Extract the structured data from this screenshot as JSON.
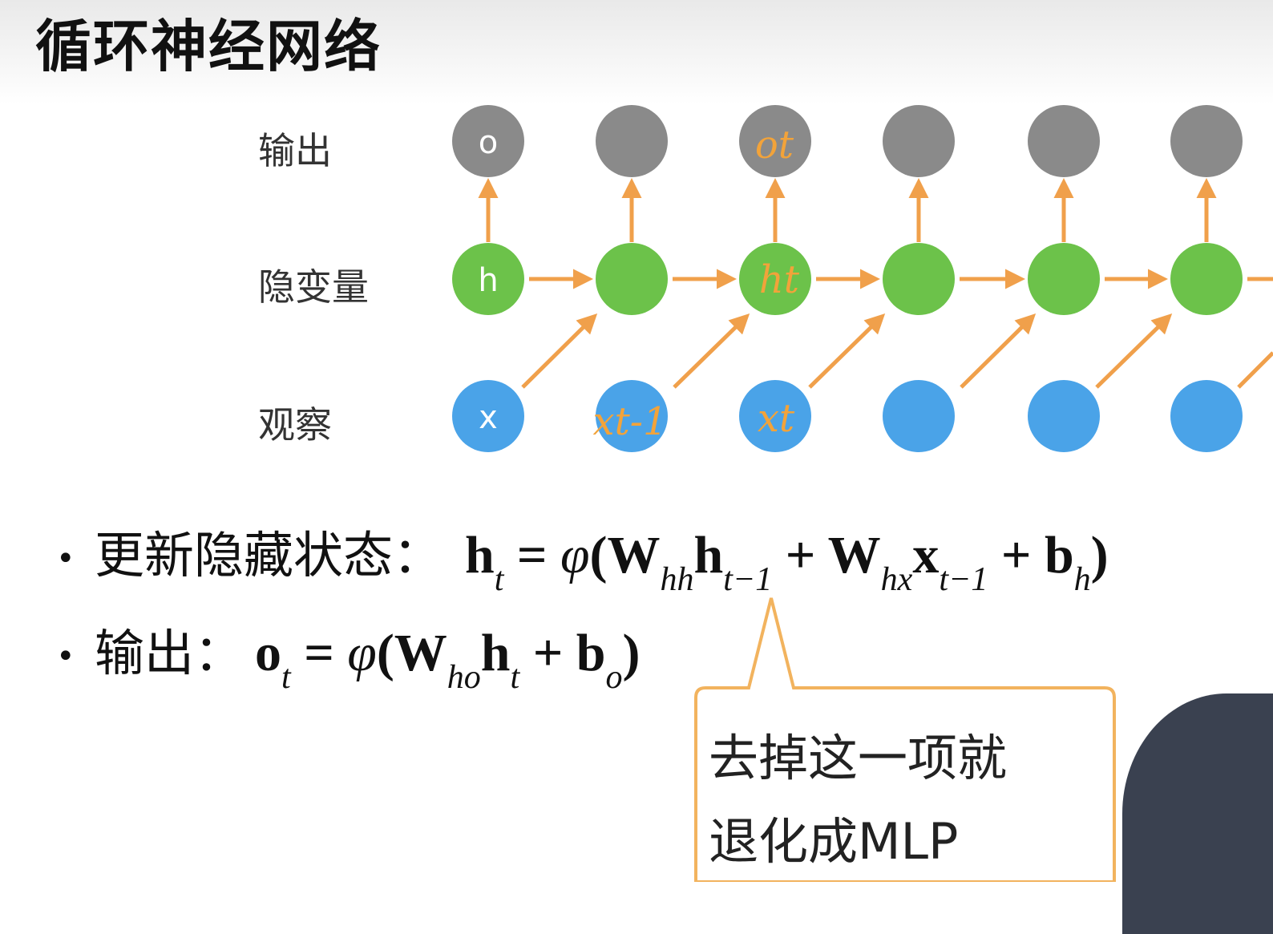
{
  "title": "循环神经网络",
  "row_labels": {
    "output": "输出",
    "hidden": "隐变量",
    "observation": "观察"
  },
  "node_letters": {
    "output": "o",
    "hidden": "h",
    "input": "x"
  },
  "annotations": {
    "output": "ot",
    "hidden": "ht",
    "input_prev": "xt-1",
    "input": "xt"
  },
  "bullets": {
    "hidden_label": "更新隐藏状态：",
    "output_label": "输出："
  },
  "equations": {
    "hidden": {
      "h": "h",
      "h_sub": "t",
      "eq": " = ",
      "phi": "φ",
      "open": "(",
      "W1": "W",
      "W1_sub": "hh",
      "h_prev": "h",
      "h_prev_sub": "t−1",
      "plus1": " + ",
      "W2": "W",
      "W2_sub": "hx",
      "x": "x",
      "x_sub": "t−1",
      "plus2": " + ",
      "b": "b",
      "b_sub": "h",
      "close": ")"
    },
    "output": {
      "o": "o",
      "o_sub": "t",
      "eq": " = ",
      "phi": "φ",
      "open": "(",
      "W": "W",
      "W_sub": "ho",
      "h": "h",
      "h_sub": "t",
      "plus": " + ",
      "b": "b",
      "b_sub": "o",
      "close": ")"
    }
  },
  "callout": {
    "line1": "去掉这一项就",
    "line2": "退化成MLP"
  },
  "colors": {
    "output_node": "#8a8a8a",
    "hidden_node": "#6cc24a",
    "input_node": "#4aa3e8",
    "arrow": "#f0a04b",
    "callout_border": "#f2b35e",
    "handwriting": "#f2a33a"
  }
}
